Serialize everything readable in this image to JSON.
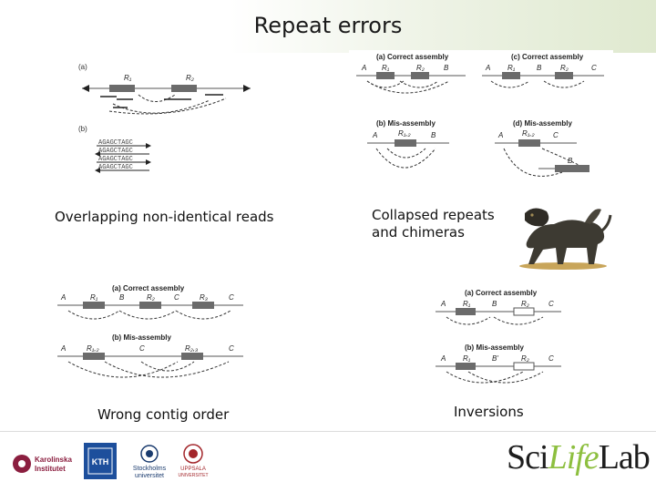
{
  "slide": {
    "title": "Repeat errors"
  },
  "captions": {
    "overlapping": "Overlapping non-identical reads",
    "collapsed_line1": "Collapsed repeats",
    "collapsed_line2": "and chimeras",
    "wrong_order": "Wrong contig order",
    "inversions": "Inversions"
  },
  "figure_overlap": {
    "panel_a": "(a)",
    "panel_b": "(b)",
    "repeat1": "R₁",
    "repeat2": "R₂",
    "reads": [
      "AGAGCTAGC",
      "AGAGCTAGC",
      "AGAGCTAGC",
      "AGAGCTAGC"
    ]
  },
  "figure_collapsed": {
    "a_title": "(a) Correct assembly",
    "b_title": "(b) Mis-assembly",
    "c_title": "(c) Correct assembly",
    "d_title": "(d) Mis-assembly",
    "a_labels": [
      "A",
      "R₁",
      "R₂",
      "B"
    ],
    "b_labels": [
      "A",
      "R₁,₂",
      "B"
    ],
    "c_labels": [
      "A",
      "R₁",
      "B",
      "R₂",
      "C"
    ],
    "d_labels": [
      "A",
      "R₁,₂",
      "C",
      "B"
    ]
  },
  "figure_order": {
    "a_title": "(a) Correct assembly",
    "b_title": "(b) Mis-assembly",
    "a_labels": [
      "A",
      "R₁",
      "B",
      "R₂",
      "C",
      "R₃",
      "C"
    ],
    "b_labels": [
      "A",
      "R₁,₂",
      "C",
      "R₂,₃",
      "C"
    ]
  },
  "figure_inversion": {
    "a_title": "(a) Correct assembly",
    "b_title": "(b) Mis-assembly",
    "a_labels": [
      "A",
      "R₁",
      "B",
      "R₂",
      "C"
    ],
    "b_labels": [
      "A",
      "R₁",
      "B'",
      "R₂",
      "C"
    ]
  },
  "footer": {
    "logo_karolinska_line1": "Karolinska",
    "logo_karolinska_line2": "Institutet",
    "logo_kth": "KTH",
    "logo_stockholm_line1": "Stockholms",
    "logo_stockholm_line2": "universitet",
    "logo_uppsala_line1": "UPPSALA",
    "logo_uppsala_line2": "UNIVERSITET",
    "scilife_part1": "Sci",
    "scilife_part2": "Life",
    "scilife_part3": "Lab"
  },
  "colors": {
    "repeat_block": "#6b6b6b",
    "header_green": "#dfe9cf",
    "scilife_green": "#8dbf3f",
    "karolinska_red": "#8b1e3f",
    "kth_blue": "#1d4f9c",
    "uppsala_red": "#a3262b"
  }
}
